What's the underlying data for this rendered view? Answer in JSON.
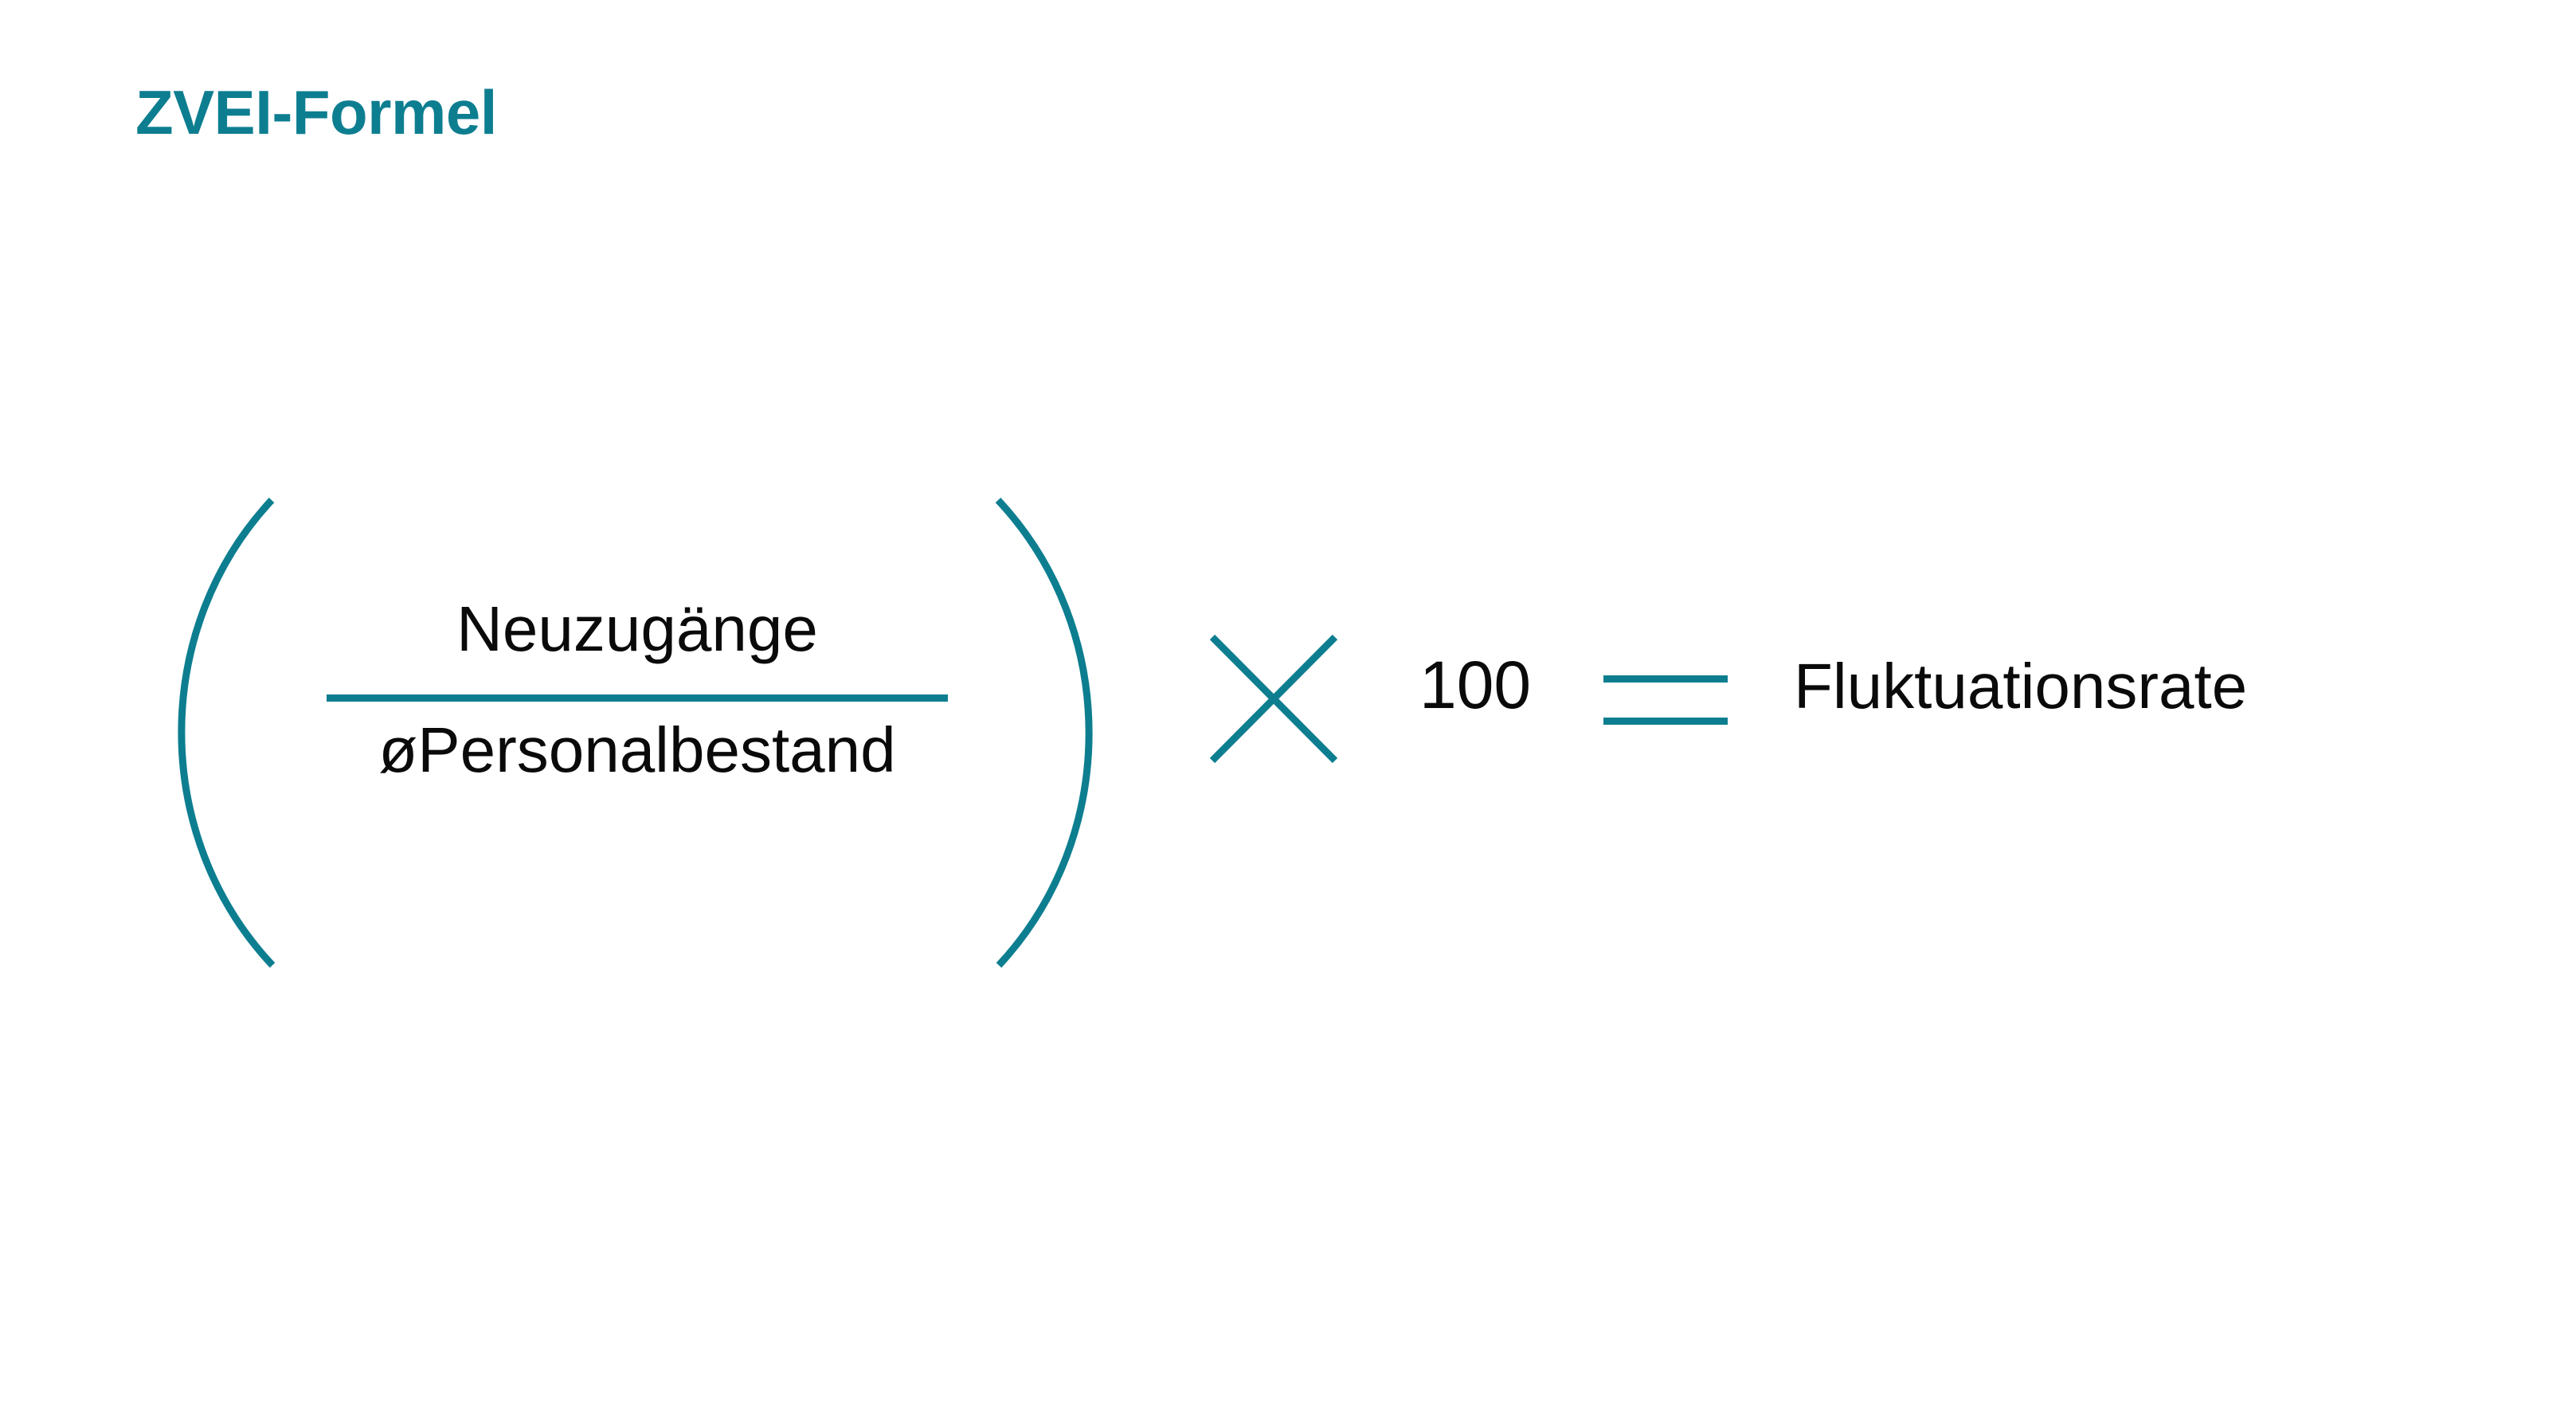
{
  "slide": {
    "title": "ZVEI-Formel",
    "background_color": "#ffffff",
    "accent_color": "#0d7e90",
    "text_color": "#0a0a0a"
  },
  "formula": {
    "expression_plain": "( Neuzugänge / øPersonalbestand ) × 100 = Fluktuationsrate",
    "bracket_open": "(",
    "bracket_close": ")",
    "numerator": "Neuzugänge",
    "denominator": "øPersonalbestand",
    "fraction_bar": "fraction-bar",
    "multiply_symbol": "×",
    "multiplier": "100",
    "equals_symbol": "=",
    "result": "Fluktuationsrate"
  }
}
